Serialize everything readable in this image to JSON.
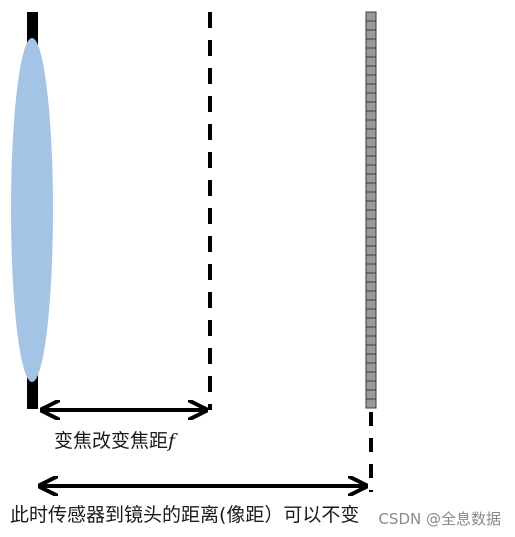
{
  "labels": {
    "focal_change": "变焦改变焦距",
    "focal_symbol": "f",
    "image_distance": "此时传感器到镜头的距离(像距）可以不变"
  },
  "watermark": {
    "text": "CSDN @全息数据"
  },
  "colors": {
    "lens_fill": "#a4c4e6",
    "lens_mount": "#000000",
    "sensor_fill": "#9a9a9a",
    "sensor_stroke": "#3a3a3a",
    "arrow": "#000000",
    "dashed_line": "#000000"
  }
}
